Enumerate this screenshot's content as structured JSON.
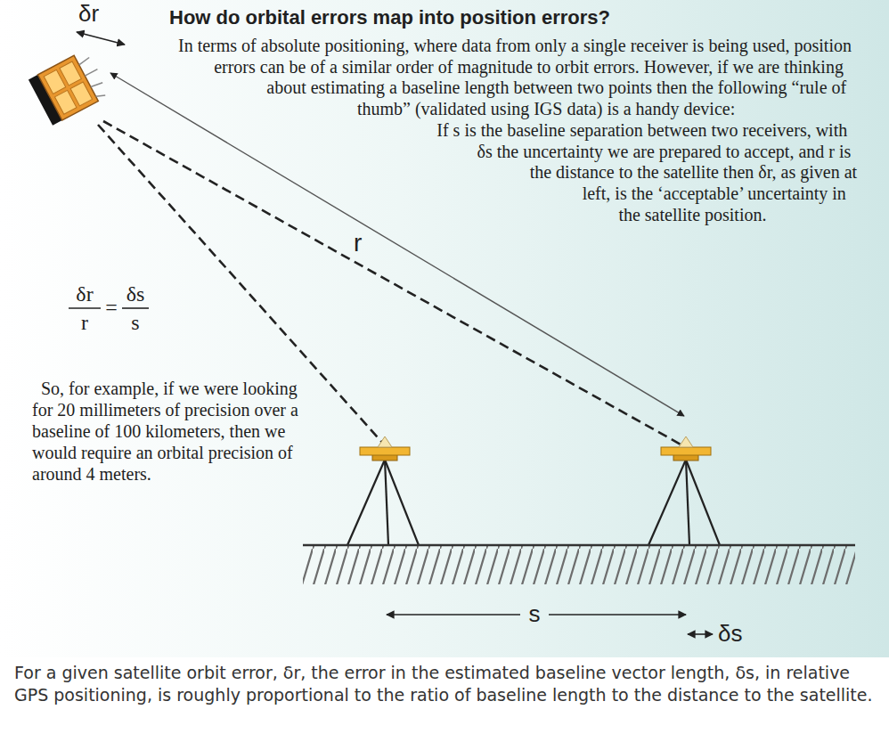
{
  "diagram": {
    "title": "How do orbital errors map into position errors?",
    "caption": "For a given satellite orbit error, δr, the error in the estimated baseline vector length, δs, in relative GPS positioning, is roughly proportional to the ratio of baseline length to the distance to the satellite.",
    "labels": [
      "δr",
      "In terms of absolute positioning, where data from only a single receiver is being used, position errors can be of a similar order of magnitude to orbit errors. However, if we are thinking about estimating a baseline length between two points then the following “rule of thumb” (validated using IGS data) is a handy device:",
      "If s is the baseline separation between two receivers, with δs the uncertainty we are prepared to accept, and r is the distance to the satellite then δr, as given at left, is the ‘acceptable’ uncertainty in the satellite position.",
      "r",
      "δr",
      "r",
      "=",
      "δs",
      "s",
      "So, for example, if we were looking for 20 millimeters of precision over a baseline of 100 kilometers, then we would require an orbital precision of around 4 meters.",
      "s",
      "δs"
    ]
  }
}
